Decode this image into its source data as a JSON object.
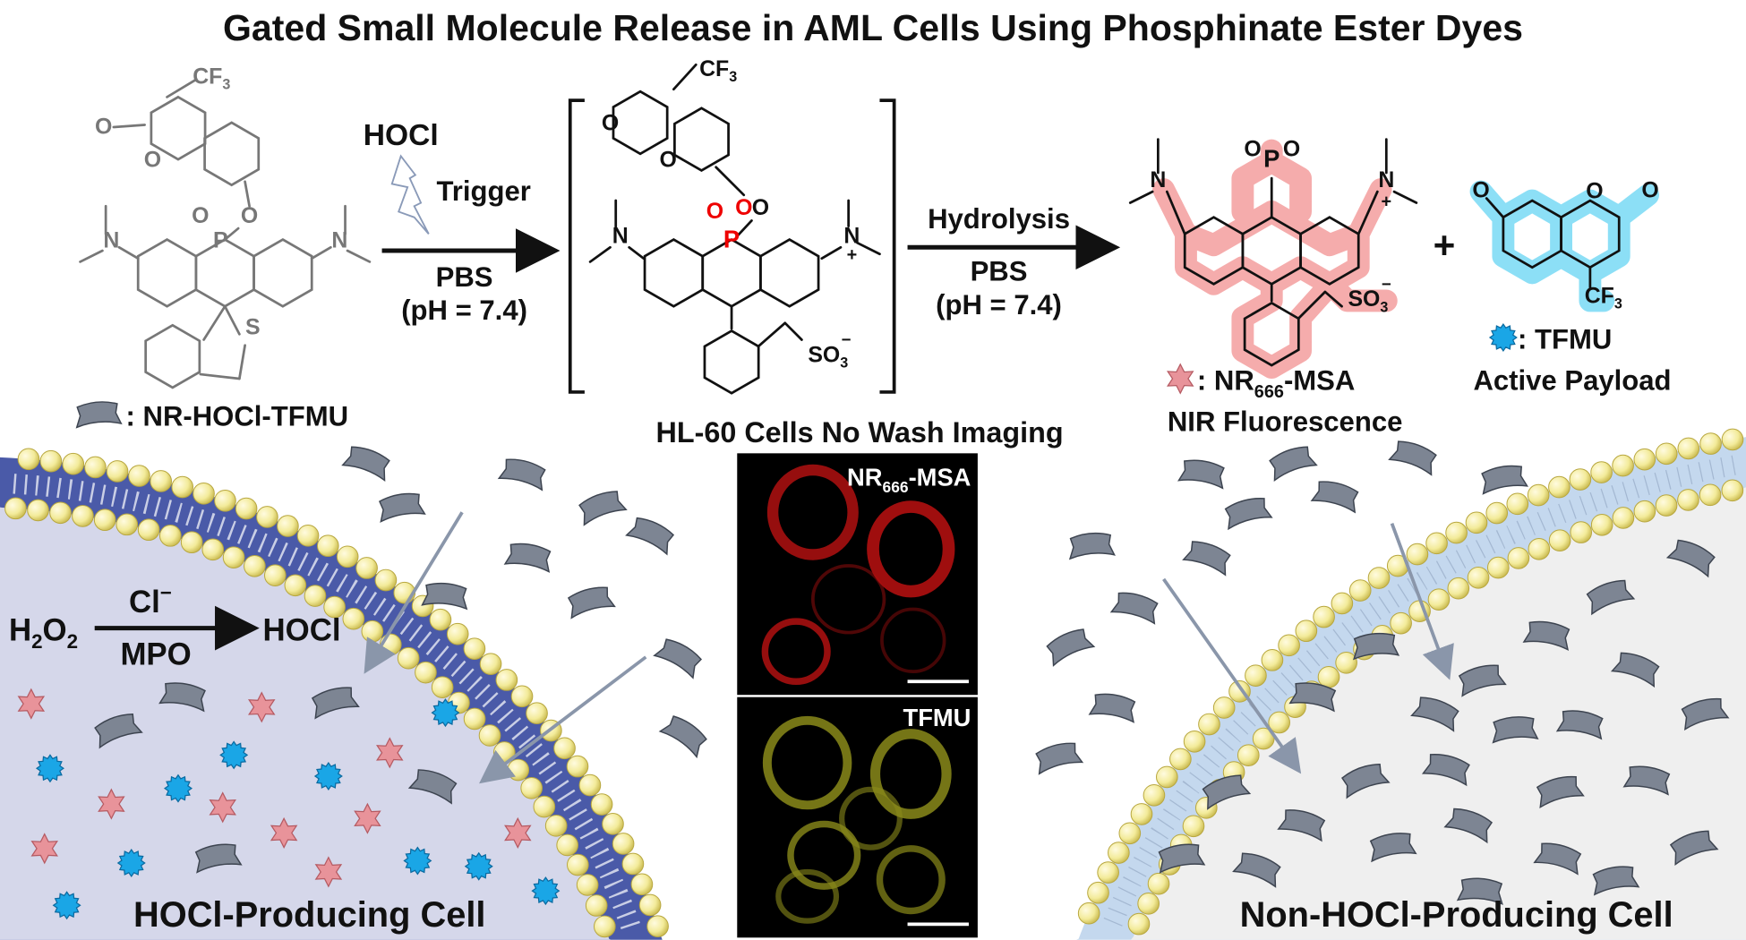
{
  "title": "Gated Small Molecule Release in AML Cells Using Phosphinate Ester Dyes",
  "reaction1": {
    "reagent": "HOCl",
    "trigger": "Trigger",
    "buffer": "PBS",
    "ph": "(pH = 7.4)"
  },
  "reaction2": {
    "step": "Hydrolysis",
    "buffer": "PBS",
    "ph": "(pH = 7.4)"
  },
  "plus": "+",
  "molecule_labels": {
    "cf3": "CF",
    "cf3_sub": "3",
    "o": "O",
    "p": "P",
    "n": "N",
    "s": "S",
    "so3": "SO",
    "so3_sub": "3",
    "minus": "−",
    "plusc": "+"
  },
  "legend": {
    "probe": ": NR-HOCl-TFMU",
    "dye_prefix": ": NR",
    "dye_sub": "666",
    "dye_suffix": "-MSA",
    "dye_desc": "NIR Fluorescence",
    "payload": ": TFMU",
    "payload_desc": "Active Payload"
  },
  "imaging": {
    "title": "HL-60 Cells No Wash Imaging",
    "panel1_prefix": "NR",
    "panel1_sub": "666",
    "panel1_suffix": "-MSA",
    "panel2": "TFMU"
  },
  "left_cell": {
    "label": "HOCl-Producing Cell",
    "eq_h2o2": "H",
    "eq_h2o2_sub": "2",
    "eq_o": "O",
    "eq_o_sub": "2",
    "eq_cl": "Cl",
    "eq_cl_sup": "−",
    "eq_mpo": "MPO",
    "eq_product": "HOCl"
  },
  "right_cell": {
    "label": "Non-HOCl-Producing Cell"
  },
  "colors": {
    "dye_highlight": "#f4a3a3",
    "payload_highlight": "#7fdcf5",
    "membrane_active": "#4a5aa8",
    "membrane_inactive": "#c4d8ee",
    "bead": "#f3eb9a",
    "probe": "#7d8593"
  }
}
